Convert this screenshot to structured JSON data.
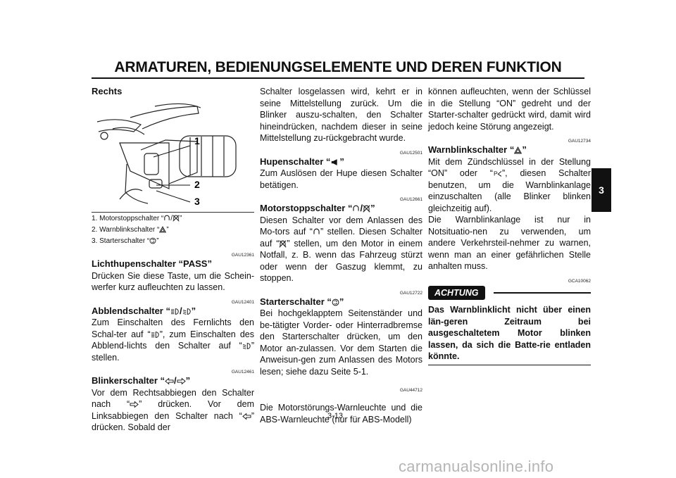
{
  "header": {
    "title": "ARMATUREN, BEDIENUNGSELEMENTE UND DEREN FUNKTION"
  },
  "chapter_tab": "3",
  "page_number": "3-13",
  "watermark": "carmanualsonline.info",
  "col1": {
    "rechts": "Rechts",
    "callouts": [
      "1",
      "2",
      "3"
    ],
    "captions": {
      "c1_pre": "1.  Motorstoppschalter “",
      "c1_sep": "/",
      "c1_post": "”",
      "c2_pre": "2.  Warnblinkschalter “",
      "c2_post": "”",
      "c3_pre": "3.  Starterschalter “",
      "c3_post": "”"
    },
    "pass": {
      "code": "GAU12361",
      "title": "Lichthupenschalter “PASS”",
      "body": "Drücken Sie diese Taste, um die Schein-werfer kurz aufleuchten zu lassen."
    },
    "abblend": {
      "code": "GAU12401",
      "title_pre": "Abblendschalter “",
      "title_sep": "/",
      "title_post": "”",
      "b1": "Zum Einschalten des Fernlichts den Schal-ter auf “",
      "b2": "”, zum Einschalten des Abblend-lichts den Schalter auf “",
      "b3": "” stellen."
    },
    "blinker": {
      "code": "GAU12461",
      "title_pre": "Blinkerschalter “",
      "title_sep": "/",
      "title_post": "”",
      "b1": "Vor dem Rechtsabbiegen den Schalter nach “",
      "b2": "” drücken. Vor dem Linksabbiegen den Schalter nach “",
      "b3": "” drücken. Sobald der"
    }
  },
  "col2": {
    "cont": "Schalter losgelassen wird, kehrt er in seine Mittelstellung zurück. Um die Blinker auszu-schalten, den Schalter hineindrücken, nachdem dieser in seine Mittelstellung zu-rückgebracht wurde.",
    "hupe": {
      "code": "GAU12501",
      "title_pre": "Hupenschalter “",
      "title_post": "”",
      "body": "Zum Auslösen der Hupe diesen Schalter betätigen."
    },
    "motorstopp": {
      "code": "GAU12661",
      "title_pre": "Motorstoppschalter “",
      "title_sep": "/",
      "title_post": "”",
      "b1": "Diesen Schalter vor dem Anlassen des Mo-tors auf “",
      "b2": "” stellen. Diesen Schalter auf “",
      "b3": "” stellen, um den Motor in einem Notfall, z. B. wenn das Fahrzeug stürzt oder wenn der Gaszug klemmt, zu stoppen."
    },
    "starter": {
      "code": "GAU12722",
      "title_pre": "Starterschalter “",
      "title_post": "”",
      "body": "Bei hochgeklapptem Seitenständer und be-tätigter Vorder- oder Hinterradbremse den Starterschalter drücken, um den Motor an-zulassen. Vor dem Starten die Anweisun-gen zum Anlassen des Motors lesen; siehe dazu Seite 5-1."
    },
    "warn_code": "GAU44712",
    "warn_text": "Die Motorstörungs-Warnleuchte und die ABS-Warnleuchte (nur für ABS-Modell)"
  },
  "col3": {
    "cont": "können aufleuchten, wenn der Schlüssel in die Stellung “ON” gedreht und der Starter-schalter gedrückt wird, damit wird jedoch keine Störung angezeigt.",
    "warnblink": {
      "code": "GAU12734",
      "title_pre": "Warnblinkschalter “",
      "title_post": "”",
      "b1": "Mit dem Zündschlüssel in der Stellung “ON” oder “",
      "b2": "”, diesen Schalter benutzen, um die Warnblinkanlage einzuschalten (alle Blinker blinken gleichzeitig auf).",
      "b3": "Die Warnblinkanlage ist nur in Notsituatio-nen zu verwenden, um andere Verkehrsteil-nehmer zu warnen, wenn man an einer gefährlichen Stelle anhalten muss."
    },
    "achtung": {
      "code": "GCA10062",
      "label": "ACHTUNG",
      "body": "Das Warnblinklicht nicht über einen län-geren Zeitraum bei ausgeschaltetem Motor blinken lassen, da sich die Batte-rie entladen könnte."
    }
  },
  "icons": [
    "engine-run-icon",
    "engine-stop-icon",
    "hazard-triangle-icon",
    "starter-icon",
    "high-beam-icon",
    "low-beam-icon",
    "turn-left-icon",
    "turn-right-icon",
    "horn-icon",
    "parking-key-icon",
    "handlebar-illustration"
  ]
}
